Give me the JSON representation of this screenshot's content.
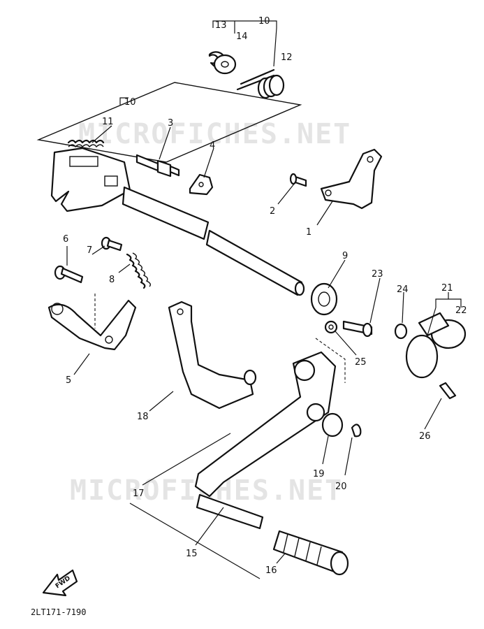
{
  "watermarks": [
    "MICROFICHES.NET",
    "MICROFICHES.NET"
  ],
  "labels": [
    "1",
    "2",
    "3",
    "4",
    "5",
    "6",
    "7",
    "8",
    "9",
    "10",
    "10",
    "11",
    "12",
    "13",
    "14",
    "15",
    "16",
    "17",
    "18",
    "19",
    "20",
    "21",
    "22",
    "23",
    "24",
    "25",
    "26"
  ],
  "fwd_label": "FWD",
  "drawing_code": "2LT171-7190",
  "colors": {
    "line": "#111111",
    "watermark": "#e4e4e4"
  }
}
